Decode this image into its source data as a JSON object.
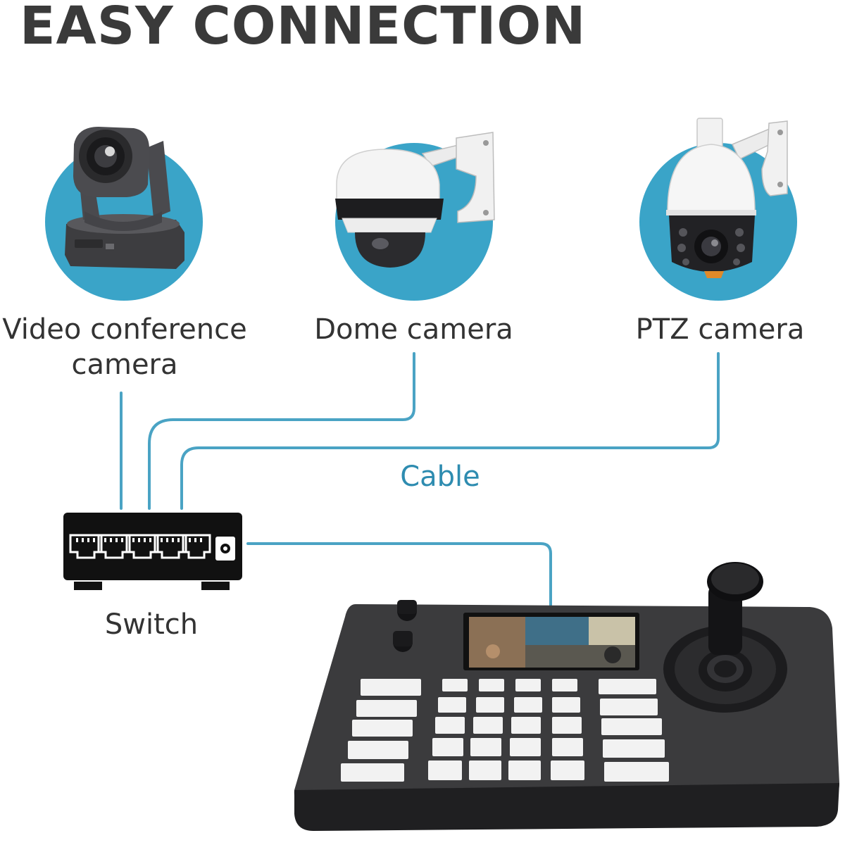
{
  "title": "EASY CONNECTION",
  "devices": {
    "video_conference_camera": {
      "label": "Video conference\ncamera"
    },
    "dome_camera": {
      "label": "Dome camera"
    },
    "ptz_camera": {
      "label": "PTZ camera"
    }
  },
  "cable_label": "Cable",
  "switch_label": "Switch",
  "colors": {
    "accent_blue": "#3aa4c8",
    "cable_blue": "#4aa3c4",
    "title_gray": "#3a3a3a",
    "device_dark": "#3b3b3d"
  }
}
